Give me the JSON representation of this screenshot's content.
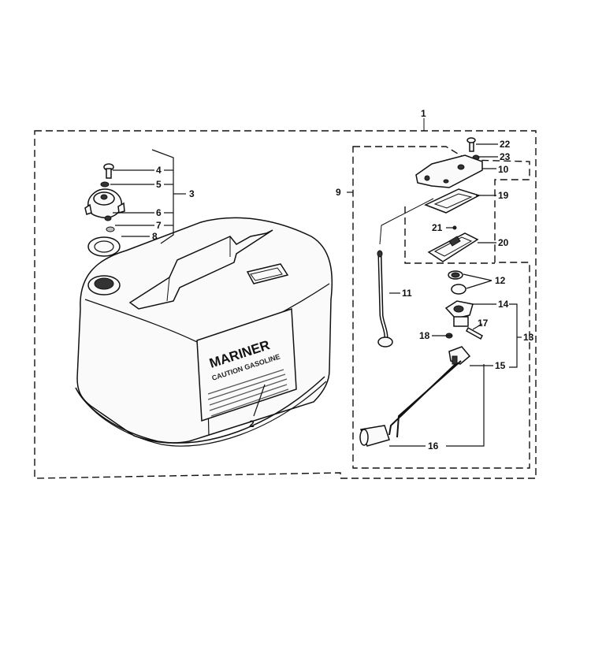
{
  "tank_label": {
    "brand": "MARINER",
    "caution": "CAUTION GASOLINE"
  },
  "callouts": [
    {
      "id": "c1",
      "text": "1"
    },
    {
      "id": "c2",
      "text": "2"
    },
    {
      "id": "c3",
      "text": "3"
    },
    {
      "id": "c4",
      "text": "4"
    },
    {
      "id": "c5",
      "text": "5"
    },
    {
      "id": "c6",
      "text": "6"
    },
    {
      "id": "c7",
      "text": "7"
    },
    {
      "id": "c8",
      "text": "8"
    },
    {
      "id": "c9",
      "text": "9"
    },
    {
      "id": "c10",
      "text": "10"
    },
    {
      "id": "c11",
      "text": "11"
    },
    {
      "id": "c12",
      "text": "12"
    },
    {
      "id": "c13",
      "text": "13"
    },
    {
      "id": "c14",
      "text": "14"
    },
    {
      "id": "c15",
      "text": "15"
    },
    {
      "id": "c16",
      "text": "16"
    },
    {
      "id": "c17",
      "text": "17"
    },
    {
      "id": "c18",
      "text": "18"
    },
    {
      "id": "c19",
      "text": "19"
    },
    {
      "id": "c20",
      "text": "20"
    },
    {
      "id": "c21",
      "text": "21"
    },
    {
      "id": "c22",
      "text": "22"
    },
    {
      "id": "c23",
      "text": "23"
    }
  ]
}
